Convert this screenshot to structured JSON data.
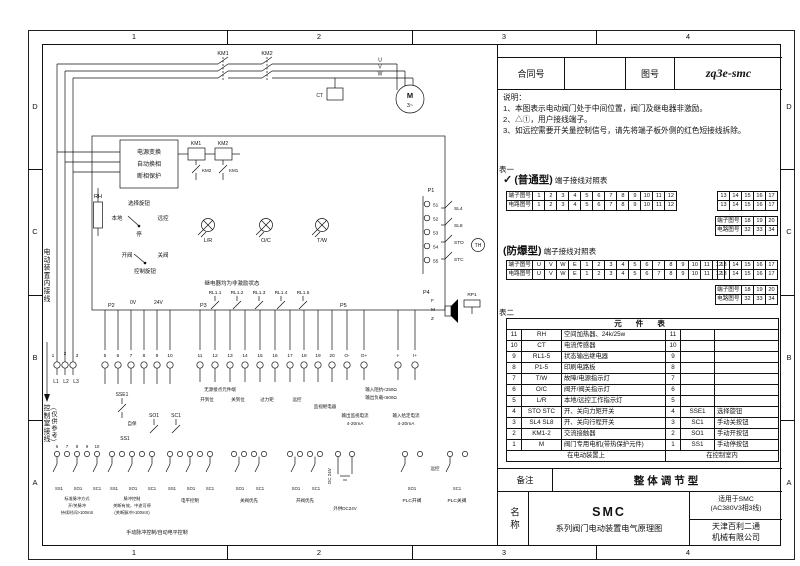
{
  "colors": {
    "ink": "#111111",
    "paper": "#ffffff"
  },
  "border": {
    "cols": [
      "1",
      "2",
      "3",
      "4"
    ],
    "rows": [
      "D",
      "C",
      "B",
      "A"
    ]
  },
  "header": {
    "contract_label": "合同号",
    "drawing_label": "图号",
    "drawing_no": "zq3e-smc"
  },
  "notes": {
    "title": "说明：",
    "items": [
      "1、本图表示电动阀门处于中间位置，阀门及继电器非激励。",
      "2、△①，用户接线端子。",
      "3、如远控需要开关量控制信号，请先将端子板外侧的红色短接线拆除。"
    ]
  },
  "table1": {
    "label": "表一",
    "check": "✓",
    "normal_title": "(普通型)",
    "normal_suffix": "端子接线对照表",
    "exp_title": "(防爆型)",
    "exp_suffix": "端子接线对照表",
    "normal_main": [
      [
        "端子图号",
        "1",
        "2",
        "3",
        "4",
        "5",
        "6",
        "7",
        "8",
        "9",
        "10",
        "11",
        "12"
      ],
      [
        "电路图号",
        "1",
        "2",
        "3",
        "4",
        "5",
        "6",
        "7",
        "8",
        "9",
        "10",
        "11",
        "12"
      ]
    ],
    "normal_ext": [
      [
        "13",
        "14",
        "15",
        "16",
        "17"
      ],
      [
        "13",
        "14",
        "15",
        "16",
        "17"
      ]
    ],
    "normal_ext2": [
      [
        "端子图号",
        "18",
        "19",
        "20"
      ],
      [
        "电路图号",
        "32",
        "33",
        "34"
      ]
    ],
    "exp_main": [
      [
        "端子图号",
        "U",
        "V",
        "W",
        "E",
        "1",
        "2",
        "3",
        "4",
        "5",
        "6",
        "7",
        "8",
        "9",
        "10",
        "11",
        "12"
      ],
      [
        "电路图号",
        "U",
        "V",
        "W",
        "E",
        "1",
        "2",
        "3",
        "4",
        "5",
        "6",
        "7",
        "8",
        "9",
        "10",
        "11",
        "12"
      ]
    ],
    "exp_ext": [
      [
        "13",
        "14",
        "15",
        "16",
        "17"
      ],
      [
        "13",
        "14",
        "15",
        "16",
        "17"
      ]
    ],
    "exp_ext2": [
      [
        "端子图号",
        "18",
        "19",
        "20"
      ],
      [
        "电路图号",
        "32",
        "33",
        "34"
      ]
    ]
  },
  "table2": {
    "label": "表二",
    "title": "元 件 表",
    "rows": [
      [
        "11",
        "RH",
        "空间加热器、24k/25w",
        "11",
        "",
        ""
      ],
      [
        "10",
        "CT",
        "电流传感器",
        "10",
        "",
        ""
      ],
      [
        "9",
        "RL1-5",
        "状态输出继电器",
        "9",
        "",
        ""
      ],
      [
        "8",
        "P1-5",
        "印刷电路板",
        "8",
        "",
        ""
      ],
      [
        "7",
        "T/W",
        "故障/电源指示灯",
        "7",
        "",
        ""
      ],
      [
        "6",
        "O/C",
        "阀开/阀关指示灯",
        "6",
        "",
        ""
      ],
      [
        "5",
        "L/R",
        "本地/远控工作指示灯",
        "5",
        "",
        ""
      ],
      [
        "4",
        "STO STC",
        "开、关向力矩开关",
        "4",
        "SSE1",
        "选择旋钮"
      ],
      [
        "3",
        "SL4 SL8",
        "开、关向行程开关",
        "3",
        "SC1",
        "手动关按钮"
      ],
      [
        "2",
        "KM1-2",
        "交流接触器",
        "2",
        "SO1",
        "手动开按钮"
      ],
      [
        "1",
        "M",
        "阀门专用电机(带热保护元件)",
        "1",
        "SS1",
        "手动停按钮"
      ]
    ],
    "footer_left": "在电动装置上",
    "footer_right": "在控制室内"
  },
  "remark": {
    "label": "备注",
    "value": "整体调节型"
  },
  "title_block": {
    "name_label": "名称",
    "product": "SMC",
    "subtitle": "系列阀门电动装置电气原理图",
    "apply1": "适用于SMC",
    "apply2": "(AC380V3相3线)",
    "company1": "天津百利二通",
    "company2": "机械有限公司"
  },
  "sch": {
    "km1": "KM1",
    "km2": "KM2",
    "u": "U",
    "v": "V",
    "w": "W",
    "motor": "M",
    "phase": "3~",
    "ct": "CT",
    "th": "TH",
    "psu1": "电源变换",
    "psu2": "自动换相",
    "psu3": "断相保护",
    "km1_coil": "KM1",
    "km2_coil": "KM2",
    "km1_nc": "KM1",
    "km2_nc": "KM2",
    "rh": "RH",
    "sel_knob": "选择旋钮",
    "local": "本地",
    "remote": "远控",
    "stop": "停",
    "lr": "L/R",
    "oc": "O/C",
    "tw": "T/W",
    "open": "开阀",
    "close": "关阀",
    "ctrl_knob": "控制旋钮",
    "relay_note": "继电器均为非激励状态",
    "rl": [
      "RL1.1",
      "RL1.2",
      "RL1.3",
      "RL1.4",
      "RL1.5"
    ],
    "p1": "P1",
    "p2": "P2",
    "p3": "P3",
    "p4": "P4",
    "p5": "P5",
    "v0": "0V",
    "v24": "24V",
    "p1_terms": [
      "51",
      "52",
      "53",
      "54",
      "55"
    ],
    "sl4": "SL4",
    "sl8": "SL8",
    "sto": "STO",
    "stc": "STC",
    "rp1": "RP1",
    "fmz": [
      "F",
      "M",
      "Z"
    ],
    "phase_nums": [
      "1",
      "2",
      "3"
    ],
    "phase_names": [
      "L1",
      "L2",
      "L3"
    ],
    "terms_a": [
      "5",
      "6",
      "7",
      "8",
      "9",
      "10"
    ],
    "terms_b": [
      "11",
      "12",
      "13",
      "14",
      "15",
      "16",
      "17",
      "18",
      "19",
      "20"
    ],
    "terms_c": [
      "O-",
      "O+",
      "I-",
      "I+"
    ],
    "passive": "无源接点元件端",
    "open_pos": "开到位",
    "close_pos": "关到位",
    "over_tq": "过力矩",
    "remote2": "远控",
    "monitor": "监视继电器",
    "in_imp": "输入阻抗<250Ω",
    "out_load": "输出负载<600Ω",
    "out_cur": "输出监视电流",
    "in_cur": "输入给定电流",
    "ma": "4-20mA",
    "sse1": "SSE1",
    "self_hold": "自保",
    "so1": "SO1",
    "sc1": "SC1",
    "ss1": "SS1",
    "g_nums": [
      "6",
      "7",
      "8",
      "9",
      "10"
    ],
    "d1a": "标准脉冲方式",
    "d1b": "开/关脉冲",
    "d1c": "持续时间>100mS",
    "d2a": "脉冲控制",
    "d2b": "关断有效，中途可停",
    "d2c": "(关断脉冲>100mS)",
    "d3": "电平控制",
    "d4": "关阀优先",
    "d5": "开阀优先",
    "dc24": "DC 24V",
    "ext24": "外供DC24V",
    "plc_open": "PLC开阀",
    "plc_close": "PLC关阀",
    "manual_note": "手动脉冲控制/自动电平控制",
    "inner_wiring": "电动装置内接线",
    "room_wiring": "控制室接线",
    "ref_only": "(仅供参考)"
  }
}
